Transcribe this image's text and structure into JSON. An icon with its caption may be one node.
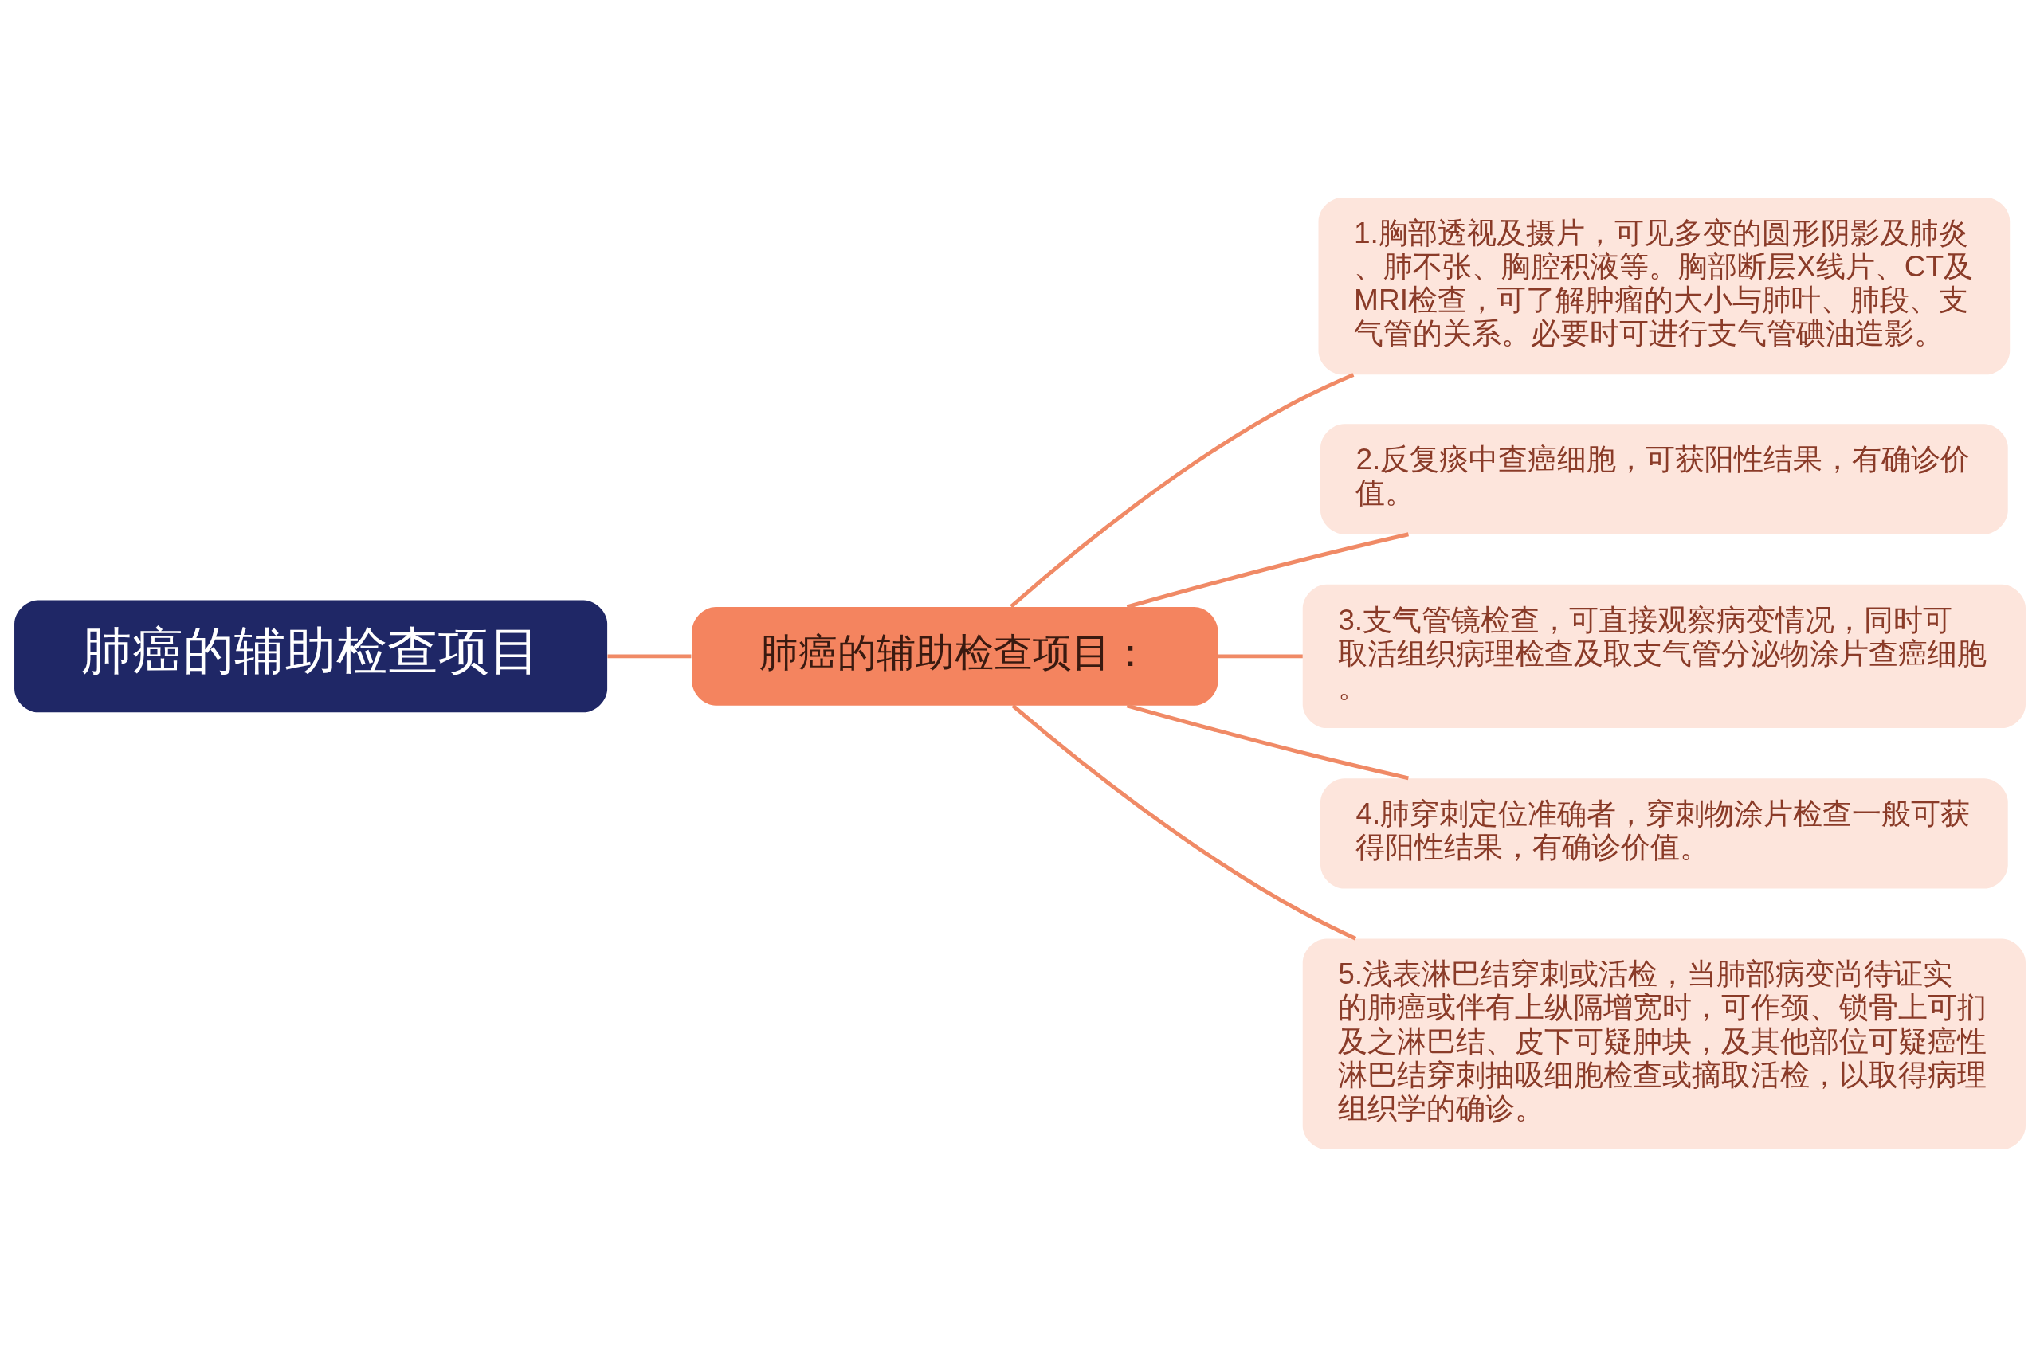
{
  "diagram": {
    "nodes": [
      {
        "text": [
          "肺癌的辅助检查项目"
        ]
      },
      {
        "text": [
          "肺癌的辅助检查项目："
        ]
      },
      {
        "text": [
          "1.胸部透视及摄片，可见多变的圆形阴影及肺炎、肺不张、胸腔积液等。胸部断层X线片、CT及MRI检查，可了解肿瘤的大小与肺叶、肺段、支气管的关系。必要时可进行支气管碘油造影。"
        ]
      },
      {
        "text": [
          "2.反复痰中查癌细胞，可获阳性结果，有确诊价值。"
        ]
      },
      {
        "text": [
          "3.支气管镜检查，可直接观察病变情况，同时可取活组织病理检查及取支气管分泌物涂片查癌细胞。"
        ]
      },
      {
        "text": [
          "4.肺穿刺定位准确者，穿刺物涂片检查一般可获得阳性结果，有确诊价值。"
        ]
      },
      {
        "text": [
          "5.浅表淋巴结穿刺或活检，当肺部病变尚待证实的肺癌或伴有上纵隔增宽时，可作颈、锁骨上可扪及之淋巴结、皮下可疑肿块，及其他部位可疑癌性淋巴结穿刺抽吸细胞检查或摘取活检，以取得病理组织学的确诊。"
        ]
      }
    ],
    "edges": [
      {
        "from": 0,
        "to": 1,
        "arrow": "none"
      },
      {
        "from": 1,
        "to": 2,
        "arrow": "none"
      },
      {
        "from": 1,
        "to": 3,
        "arrow": "none"
      },
      {
        "from": 1,
        "to": 4,
        "arrow": "none"
      },
      {
        "from": 1,
        "to": 5,
        "arrow": "none"
      },
      {
        "from": 1,
        "to": 6,
        "arrow": "none"
      }
    ]
  }
}
